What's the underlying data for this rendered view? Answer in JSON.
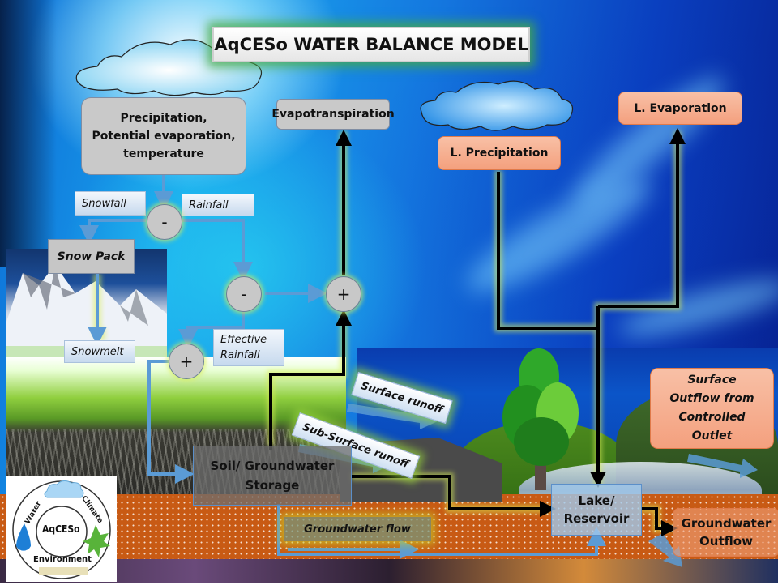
{
  "title": "AqCESo WATER BALANCE MODEL",
  "inputs": {
    "climate_forcing": [
      "Precipitation,",
      "Potential evaporation,",
      "temperature"
    ]
  },
  "labels": {
    "snowfall": "Snowfall",
    "rainfall": "Rainfall",
    "snow_pack": "Snow Pack",
    "snowmelt": "Snowmelt",
    "effective_rainfall": [
      "Effective",
      "Rainfall"
    ],
    "evapotranspiration": "Evapotranspiration",
    "l_precipitation": "L. Precipitation",
    "l_evaporation": "L. Evaporation",
    "surface_runoff": "Surface runoff",
    "subsurface_runoff": "Sub-Surface runoff",
    "soil_storage": [
      "Soil/ Groundwater",
      "Storage"
    ],
    "groundwater_flow": "Groundwater flow",
    "lake_reservoir": [
      "Lake/",
      "Reservoir"
    ],
    "groundwater_outflow": [
      "Groundwater",
      "Outflow"
    ],
    "surface_outflow": [
      "Surface",
      "Outflow from",
      "Controlled",
      "Outlet"
    ]
  },
  "operators": {
    "split": "-",
    "subtract": "-",
    "sum_et": "+",
    "sum_melt": "+"
  },
  "logo": {
    "center": "AqCESo",
    "water": "Water",
    "climate": "Climate",
    "environment": "Environment"
  },
  "colors": {
    "flow_blue": "#5b9bd5",
    "flow_black": "#000000",
    "glow": "#e6f05a",
    "salmon_box": "#f4a582",
    "gray_box": "#c9c9c9"
  }
}
